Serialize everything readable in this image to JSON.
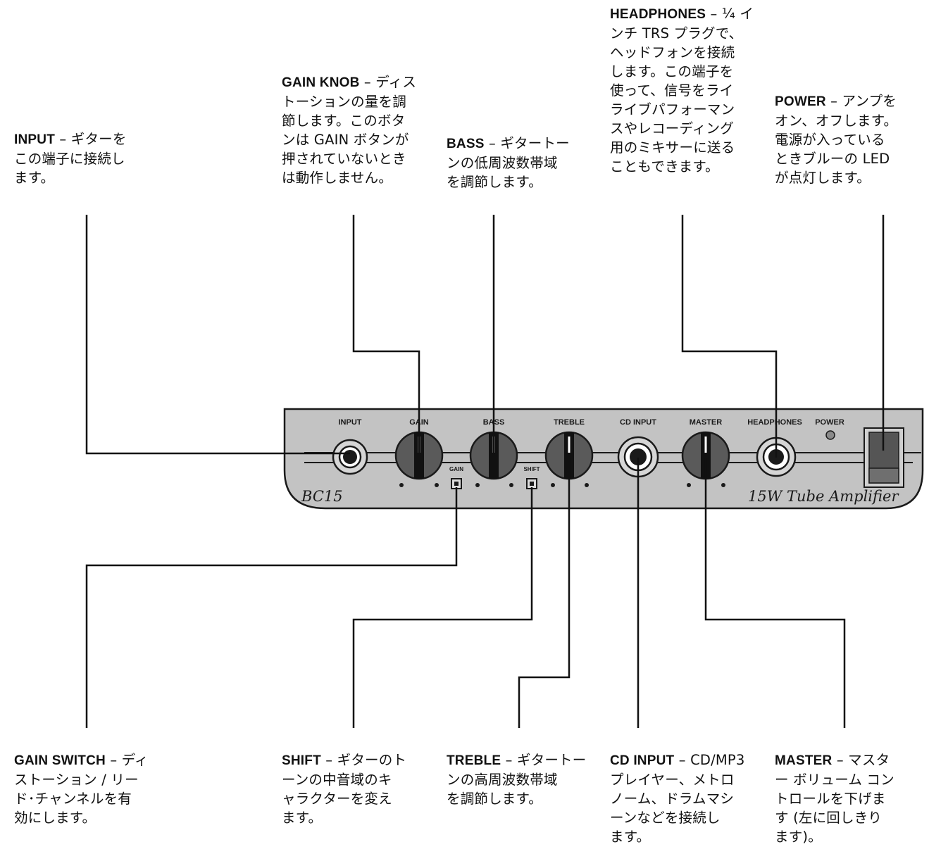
{
  "panel": {
    "labels": {
      "input": "INPUT",
      "gain": "GAIN",
      "bass": "BASS",
      "treble": "TREBLE",
      "cd_input": "CD INPUT",
      "master": "MASTER",
      "headphones": "HEADPHONES",
      "power": "POWER",
      "gain_switch": "GAIN",
      "shift_switch": "SHIFT"
    },
    "model": "BC15",
    "tagline": "15W Tube Amplifier"
  },
  "callouts": {
    "input": {
      "title": "INPUT",
      "lines": [
        " – ギターを",
        "この端子に接続し",
        "ます。"
      ]
    },
    "gain_knob": {
      "title": "GAIN KNOB",
      "lines": [
        " – ディス",
        "トーションの量を調",
        "節します。このボタ",
        "ンは GAIN ボタンが",
        "押されていないとき",
        "は動作しません。"
      ]
    },
    "bass": {
      "title": "BASS",
      "lines": [
        " – ギタートー",
        "ンの低周波数帯域",
        "を調節します。"
      ]
    },
    "headphones": {
      "title": "HEADPHONES",
      "lines": [
        " – ¼ イ",
        "ンチ TRS プラグで、",
        "ヘッドフォンを接続",
        "します。この端子を",
        "使って、信号をライ",
        "ライブパフォーマン",
        "スやレコーディング",
        "用のミキサーに送る",
        "こともできます。"
      ]
    },
    "power": {
      "title": "POWER",
      "lines": [
        " – アンプを",
        "オン、オフします。",
        "電源が入っている",
        "ときブルーの LED",
        "が点灯します。"
      ]
    },
    "gain_switch": {
      "title": "GAIN SWITCH",
      "lines": [
        " – ディ",
        "ストーション / リー",
        "ド･チャンネルを有",
        "効にします。"
      ]
    },
    "shift": {
      "title": "SHIFT",
      "lines": [
        " – ギターのト",
        "ーンの中音域のキ",
        "ャラクターを変え",
        "ます。"
      ]
    },
    "treble": {
      "title": "TREBLE",
      "lines": [
        " – ギタートー",
        "ンの高周波数帯域",
        "を調節します。"
      ]
    },
    "cd_input": {
      "title": "CD INPUT",
      "lines": [
        " – CD/MP3",
        "プレイヤー、メトロ",
        "ノーム、ドラムマシ",
        "ーンなどを接続し",
        "ます。"
      ]
    },
    "master": {
      "title": "MASTER",
      "lines": [
        " – マスタ",
        "ー ボリューム コン",
        "トロールを下げま",
        "す (左に回しきり",
        "ます)。"
      ]
    }
  }
}
